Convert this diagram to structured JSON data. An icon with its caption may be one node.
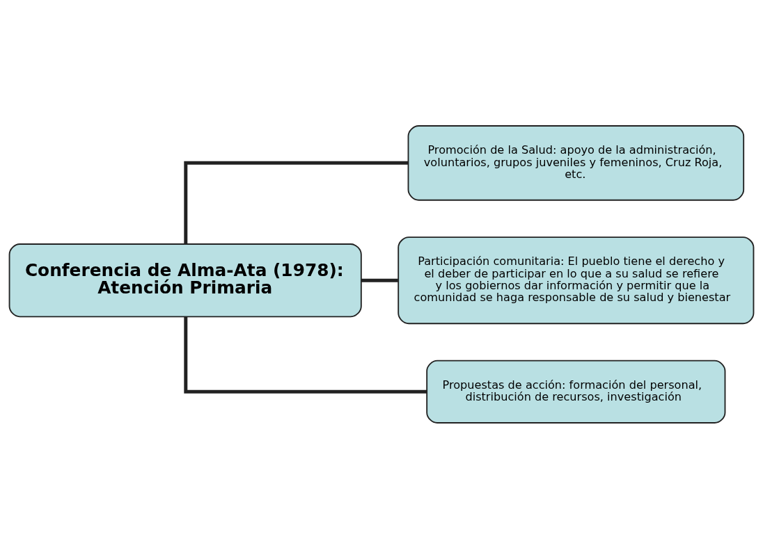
{
  "diagram": {
    "nodes": [
      {
        "text": [
          "Conferencia de Alma-Ata (1978): Atención Primaria"
        ]
      },
      {
        "text": [
          "Promoción de la Salud: apoyo de la administración, voluntarios, grupos juveniles y femeninos, Cruz Roja, etc."
        ]
      },
      {
        "text": [
          "Participación comunitaria: El pueblo tiene el derecho y el deber de participar en lo que a su salud se refiere y los gobiernos dar información y permitir que la comunidad se haga responsable de su salud y bienestar"
        ]
      },
      {
        "text": [
          "Propuestas de acción: formación del personal, distribución de recursos, investigación"
        ]
      }
    ],
    "edges": [
      {
        "from": 0,
        "to": 1,
        "arrow": "none"
      },
      {
        "from": 0,
        "to": 2,
        "arrow": "none"
      },
      {
        "from": 0,
        "to": 3,
        "arrow": "none"
      }
    ]
  }
}
